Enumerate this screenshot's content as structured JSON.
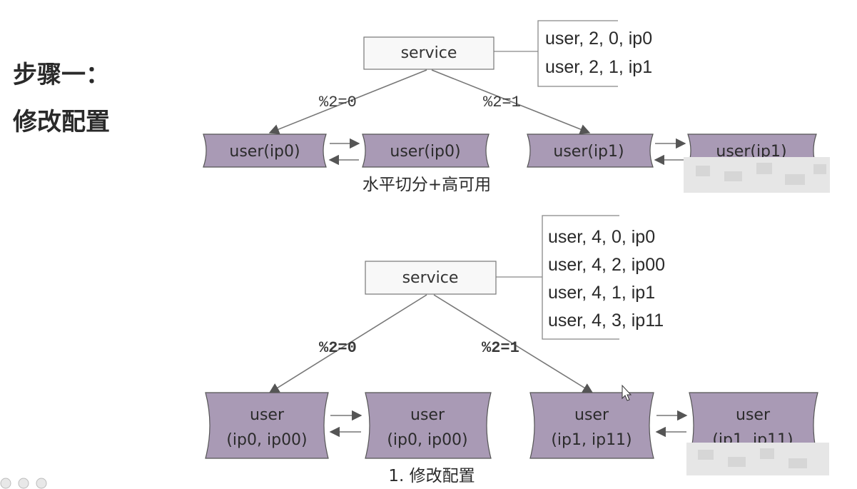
{
  "step": {
    "label": "步骤一：",
    "description": "修改配置"
  },
  "top": {
    "service_label": "service",
    "config_lines": [
      "user, 2, 0, ip0",
      "user, 2, 1, ip1"
    ],
    "edge_left_label": "%2=0",
    "edge_right_label": "%2=1",
    "nodes": [
      "user(ip0)",
      "user(ip0)",
      "user(ip1)",
      "user(ip1)"
    ],
    "caption": "水平切分+高可用"
  },
  "bottom": {
    "service_label": "service",
    "config_lines": [
      "user, 4, 0, ip0",
      "user, 4, 2, ip00",
      "user, 4, 1, ip1",
      "user, 4, 3, ip11"
    ],
    "edge_left_label": "%2=0",
    "edge_right_label": "%2=1",
    "nodes": [
      {
        "line1": "user",
        "line2": "(ip0, ip00)"
      },
      {
        "line1": "user",
        "line2": "(ip0, ip00)"
      },
      {
        "line1": "user",
        "line2": "(ip1, ip11)"
      },
      {
        "line1": "user",
        "line2": "(ip1, ip11)"
      }
    ],
    "caption": "1. 修改配置"
  },
  "colors": {
    "node_fill": "#a99ab5",
    "node_stroke": "#555555",
    "line": "#777777"
  }
}
